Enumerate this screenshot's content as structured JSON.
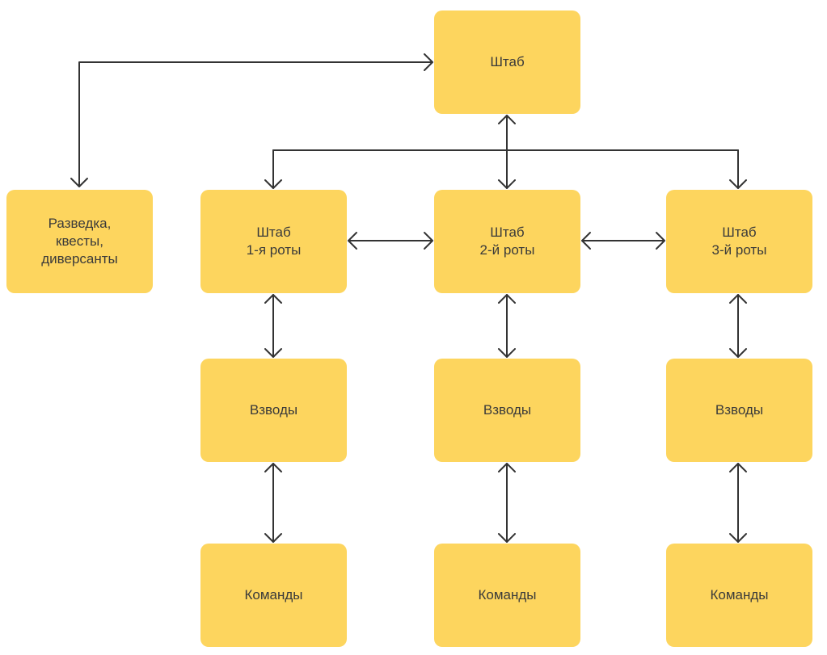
{
  "colors": {
    "node_fill": "#FDD55E",
    "node_text": "#3a3a3a",
    "connector": "#333333"
  },
  "nodes": {
    "hq": "Штаб",
    "recon": "Разведка,\nквесты,\nдиверсанты",
    "hq_company_1": "Штаб\n1-я роты",
    "hq_company_2": "Штаб\n2-й роты",
    "hq_company_3": "Штаб\n3-й роты",
    "platoons_1": "Взводы",
    "platoons_2": "Взводы",
    "platoons_3": "Взводы",
    "teams_1": "Команды",
    "teams_2": "Команды",
    "teams_3": "Команды"
  }
}
